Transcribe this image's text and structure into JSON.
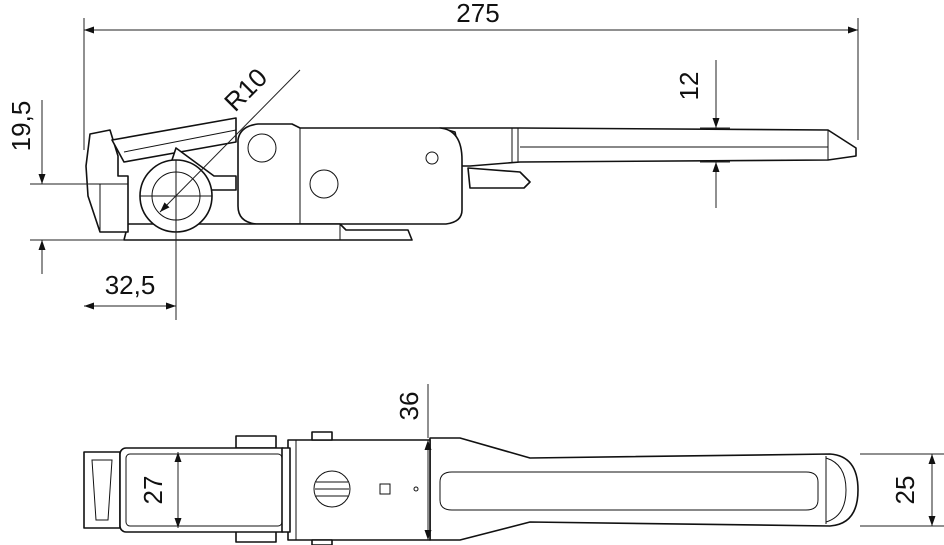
{
  "dimensions": {
    "overall_length": "275",
    "radius": "R10",
    "handle_thickness": "12",
    "hook_height": "19,5",
    "hook_offset": "32,5",
    "total_height_plan": "36",
    "inner_width": "27",
    "handle_width": "25"
  },
  "colors": {
    "line": "#111111",
    "background": "#ffffff"
  }
}
